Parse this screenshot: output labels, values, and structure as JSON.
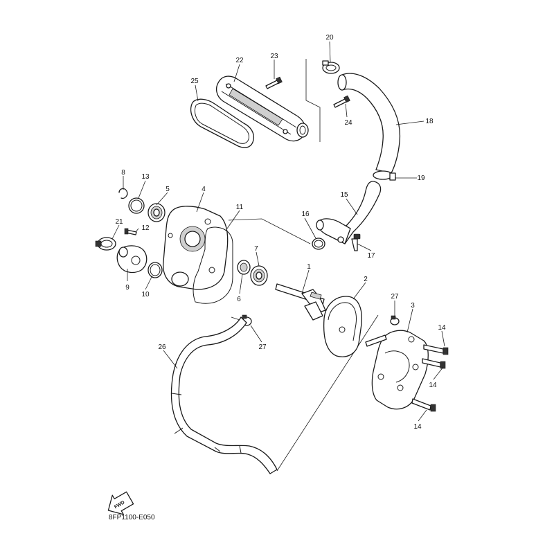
{
  "diagram_code": "8FP1100-E050",
  "fwd_label": "FWD",
  "callouts": [
    {
      "id": "c1",
      "text": "1"
    },
    {
      "id": "c2",
      "text": "2"
    },
    {
      "id": "c3",
      "text": "3"
    },
    {
      "id": "c4",
      "text": "4"
    },
    {
      "id": "c5",
      "text": "5"
    },
    {
      "id": "c6",
      "text": "6"
    },
    {
      "id": "c7",
      "text": "7"
    },
    {
      "id": "c8",
      "text": "8"
    },
    {
      "id": "c9",
      "text": "9"
    },
    {
      "id": "c10",
      "text": "10"
    },
    {
      "id": "c11",
      "text": "11"
    },
    {
      "id": "c12",
      "text": "12"
    },
    {
      "id": "c13",
      "text": "13"
    },
    {
      "id": "c14a",
      "text": "14"
    },
    {
      "id": "c14b",
      "text": "14"
    },
    {
      "id": "c14c",
      "text": "14"
    },
    {
      "id": "c15",
      "text": "15"
    },
    {
      "id": "c16",
      "text": "16"
    },
    {
      "id": "c17",
      "text": "17"
    },
    {
      "id": "c18",
      "text": "18"
    },
    {
      "id": "c19",
      "text": "19"
    },
    {
      "id": "c20",
      "text": "20"
    },
    {
      "id": "c21",
      "text": "21"
    },
    {
      "id": "c22",
      "text": "22"
    },
    {
      "id": "c23",
      "text": "23"
    },
    {
      "id": "c24",
      "text": "24"
    },
    {
      "id": "c25",
      "text": "25"
    },
    {
      "id": "c26",
      "text": "26"
    },
    {
      "id": "c27a",
      "text": "27"
    },
    {
      "id": "c27b",
      "text": "27"
    }
  ]
}
